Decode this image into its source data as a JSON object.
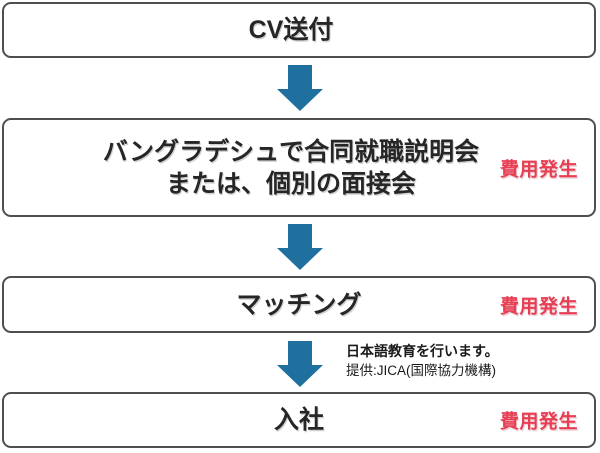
{
  "colors": {
    "arrow": "#1f6f9f",
    "cost": "#e73e54",
    "border": "#4f4f4f",
    "text": "#262626",
    "background": "#ffffff"
  },
  "flowchart": {
    "steps": [
      {
        "lines": [
          "CV送付"
        ]
      },
      {
        "lines": [
          "バングラデシュで合同就職説明会",
          "または、個別の面接会"
        ],
        "cost": "費用発生"
      },
      {
        "lines": [
          "マッチング"
        ],
        "cost": "費用発生"
      },
      {
        "lines": [
          "入社"
        ],
        "cost": "費用発生"
      }
    ],
    "note": {
      "line1": "日本語教育を行います。",
      "line2": "提供:JICA(国際協力機構)"
    }
  }
}
